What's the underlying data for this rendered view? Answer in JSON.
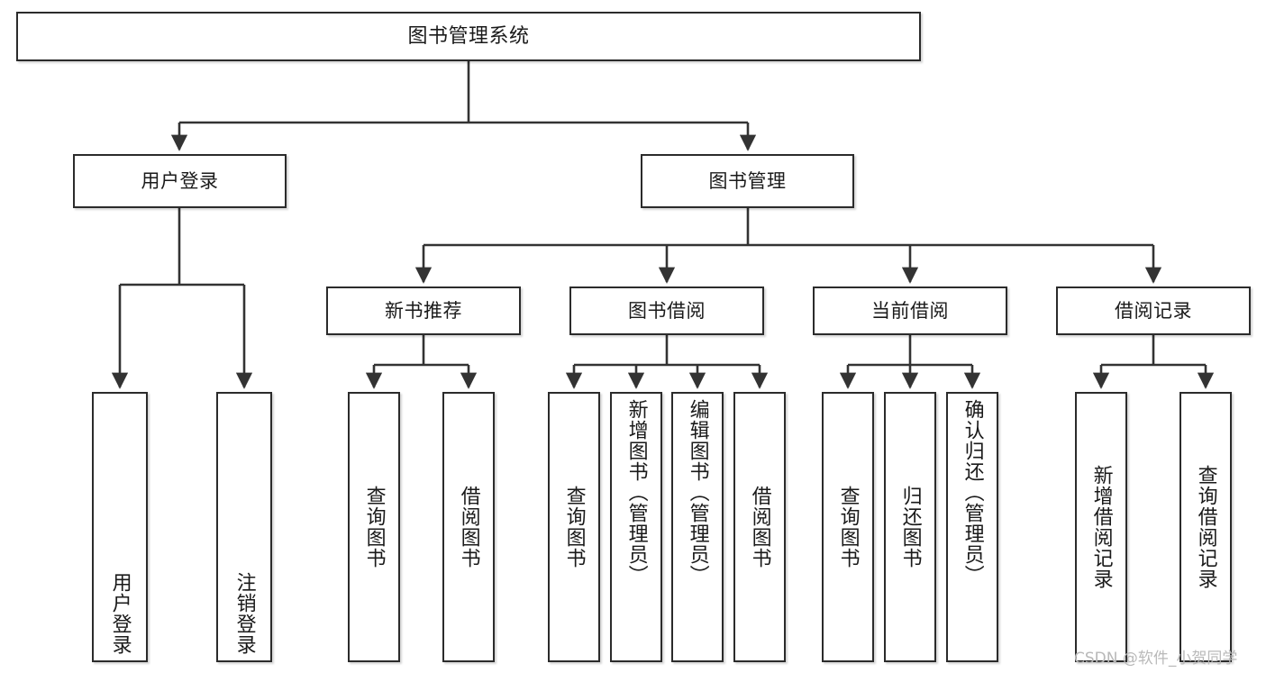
{
  "diagram": {
    "title": "图书管理系统",
    "type": "functional-structure-tree",
    "root": {
      "label": "图书管理系统"
    },
    "level2": [
      {
        "label": "用户登录"
      },
      {
        "label": "图书管理"
      }
    ],
    "level3": [
      {
        "label": "新书推荐"
      },
      {
        "label": "图书借阅"
      },
      {
        "label": "当前借阅"
      },
      {
        "label": "借阅记录"
      }
    ],
    "leaves": {
      "user_login": [
        {
          "label": "用户登录"
        },
        {
          "label": "注销登录"
        }
      ],
      "new_book_recommend": [
        {
          "label": "查询图书"
        },
        {
          "label": "借阅图书"
        }
      ],
      "book_borrow": [
        {
          "label": "查询图书"
        },
        {
          "label": "新增图书（管理员）"
        },
        {
          "label": "编辑图书（管理员）"
        },
        {
          "label": "借阅图书"
        }
      ],
      "current_borrow": [
        {
          "label": "查询图书"
        },
        {
          "label": "归还图书"
        },
        {
          "label": "确认归还（管理员）"
        }
      ],
      "borrow_record": [
        {
          "label": "新增借阅记录"
        },
        {
          "label": "查询借阅记录"
        }
      ]
    }
  },
  "watermark": {
    "text": "CSDN @软件_小贺同学"
  },
  "colors": {
    "box_border": "#2b2b2b",
    "box_fill": "#ffffff",
    "edge": "#333333",
    "text": "#1a1a1a",
    "watermark": "#b9b9b9",
    "background": "#ffffff"
  }
}
